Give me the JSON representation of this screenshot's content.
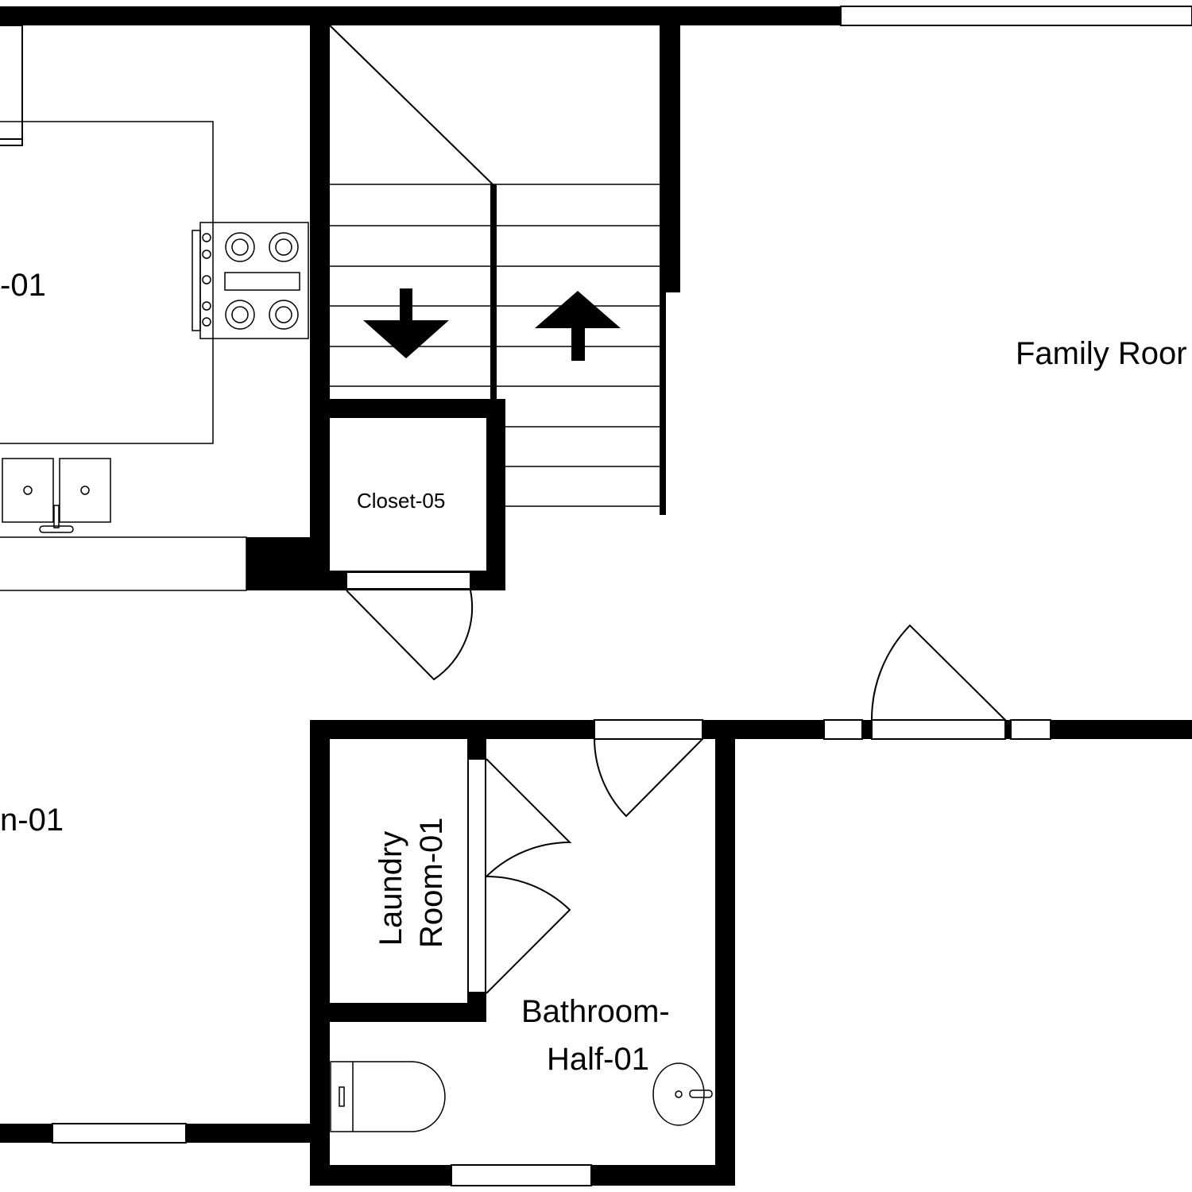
{
  "rooms": {
    "kitchen": "-01",
    "living": "n-01",
    "family": "Family Roor",
    "closet": "Closet-05",
    "laundry_line1": "Laundry",
    "laundry_line2": "Room-01",
    "bath_line1": "Bathroom-",
    "bath_line2": "Half-01"
  },
  "colors": {
    "wall": "#000000",
    "background": "#ffffff"
  },
  "icons": [
    "stair-down-arrow-icon",
    "stair-up-arrow-icon",
    "stove-icon",
    "double-sink-icon",
    "toilet-icon",
    "bathroom-sink-icon"
  ]
}
